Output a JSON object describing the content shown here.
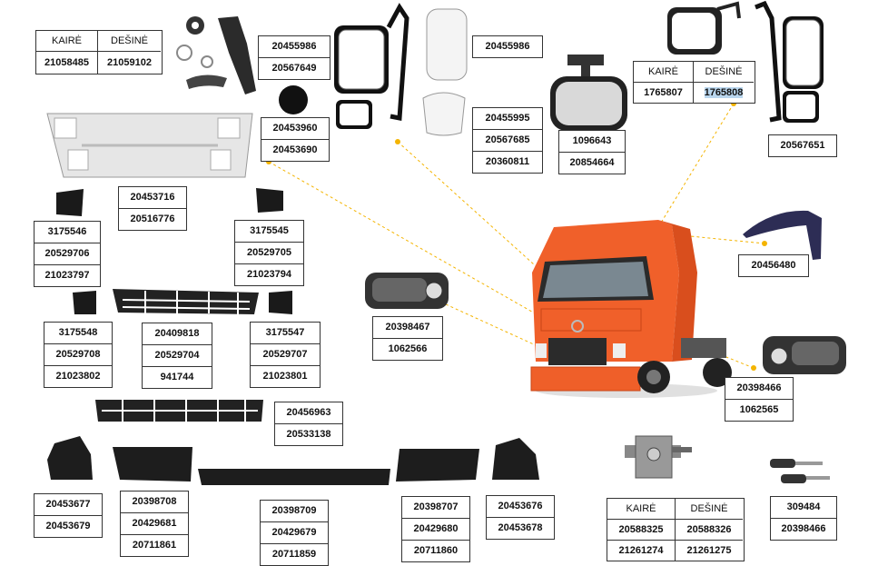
{
  "colors": {
    "truck": "#f0602a",
    "dots": "#f4b400",
    "part": "#2b2b2b",
    "highlight": "#b9d6ee"
  },
  "left_mirror_table": {
    "headers": [
      "KAIRĖ",
      "DEŠINĖ"
    ],
    "values": [
      "21058485",
      "21059102"
    ]
  },
  "right_mirror_table": {
    "headers": [
      "KAIRĖ",
      "DEŠINĖ"
    ],
    "values": [
      "1765807",
      "1765808"
    ]
  },
  "lock_table": {
    "headers": [
      "KAIRĖ",
      "DEŠINĖ"
    ],
    "rows": [
      [
        "20588325",
        "20588326"
      ],
      [
        "21261274",
        "21261275"
      ]
    ]
  },
  "boxes": {
    "step_mechanism": [
      "20455986",
      "20567649"
    ],
    "mirror_glass_a": [
      "20455986"
    ],
    "mirror_glass_b": [
      "20455995",
      "20567685",
      "20360811"
    ],
    "front_mirror": [
      "1096643",
      "20854664"
    ],
    "mirror_right": [
      "20567651"
    ],
    "cap": [
      "20453960",
      "20453690"
    ],
    "grille_panel": [
      "20453716",
      "20516776"
    ],
    "side_left_upper": [
      "3175546",
      "20529706",
      "21023797"
    ],
    "side_right_upper": [
      "3175545",
      "20529705",
      "21023794"
    ],
    "headlamp_center": [
      "20398467",
      "1062566"
    ],
    "sun_visor": [
      "20456480"
    ],
    "side_left_lower": [
      "3175548",
      "20529708",
      "21023802"
    ],
    "lower_grille": [
      "20409818",
      "20529704",
      "941744"
    ],
    "side_right_lower": [
      "3175547",
      "20529707",
      "21023801"
    ],
    "headlamp_right": [
      "20398466",
      "1062565"
    ],
    "bottom_grille": [
      "20456963",
      "20533138"
    ],
    "corner_left": [
      "20453677",
      "20453679"
    ],
    "bumper_left": [
      "20398708",
      "20429681",
      "20711861"
    ],
    "bumper_center": [
      "20398709",
      "20429679",
      "20711859"
    ],
    "bumper_right": [
      "20398707",
      "20429680",
      "20711860"
    ],
    "corner_right": [
      "20453676",
      "20453678"
    ],
    "keys": [
      "309484",
      "20398466"
    ]
  }
}
